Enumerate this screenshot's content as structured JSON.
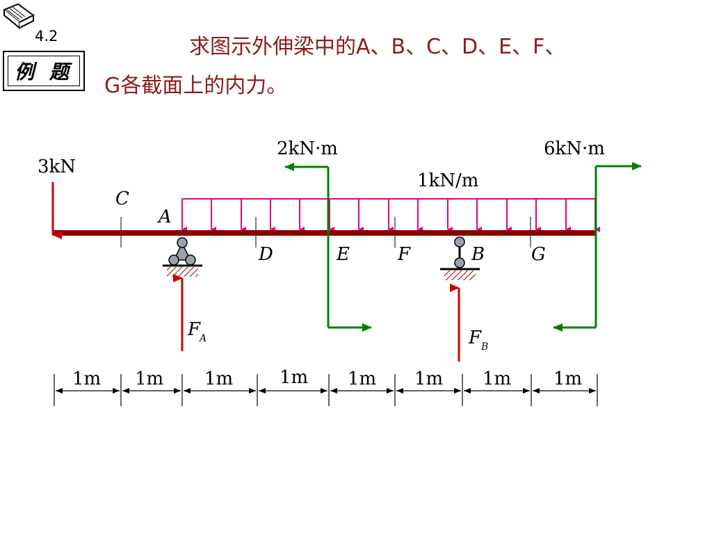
{
  "badge": {
    "number": "4.2",
    "label": "例 题"
  },
  "problem": {
    "line1": "求图示外伸梁中的A、B、C、D、E、F、",
    "line2": "G各截面上的内力。"
  },
  "loads": {
    "point_force": "3kN",
    "moment_left": "2kN·m",
    "moment_right": "6kN·m",
    "distributed": "1kN/m"
  },
  "sections": {
    "A": "A",
    "B": "B",
    "C": "C",
    "D": "D",
    "E": "E",
    "F": "F",
    "G": "G"
  },
  "reactions": {
    "FA_main": "F",
    "FA_sub": "A",
    "FB_main": "F",
    "FB_sub": "B"
  },
  "dimensions": [
    "1m",
    "1m",
    "1m",
    "1m",
    "1m",
    "1m",
    "1m",
    "1m"
  ],
  "colors": {
    "beam": "#8b0000",
    "load": "#e6007e",
    "moment": "#008000",
    "force": "#cc0000",
    "title": "#8b1c1c"
  }
}
